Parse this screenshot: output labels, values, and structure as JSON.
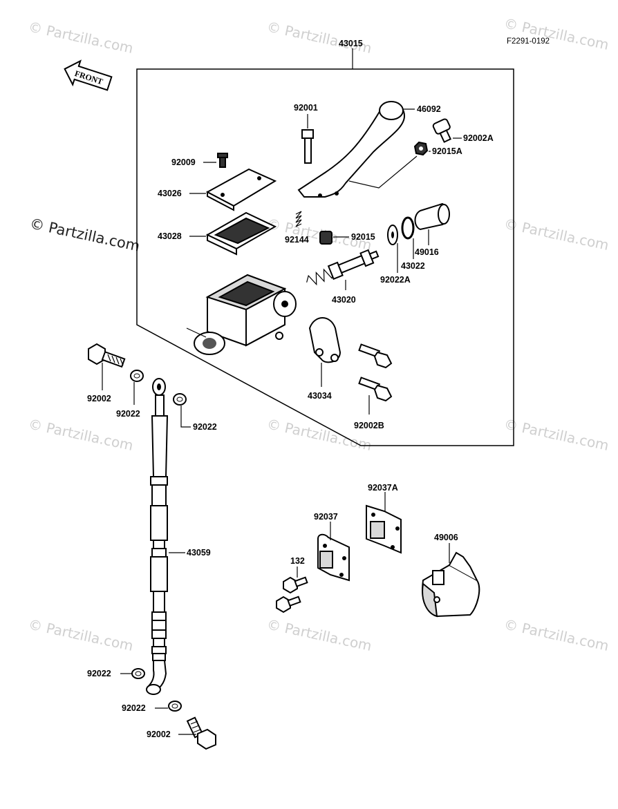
{
  "diagram_code": "F2291-0192",
  "front_label": "FRONT",
  "watermark": "© Partzilla.com",
  "watermark_main": "© Partzilla.com",
  "labels": {
    "p43015": "43015",
    "p92001": "92001",
    "p46092": "46092",
    "p92002A": "92002A",
    "p92015A": "92015A",
    "p92009": "92009",
    "p43026": "43026",
    "p43028": "43028",
    "p92144": "92144",
    "p92015": "92015",
    "p49016": "49016",
    "p43022": "43022",
    "p92022A": "92022A",
    "p43020": "43020",
    "p43034": "43034",
    "p92002B": "92002B",
    "p92002_top": "92002",
    "p92022_a": "92022",
    "p92022_b": "92022",
    "p43059": "43059",
    "p92037A": "92037A",
    "p92037": "92037",
    "p49006": "49006",
    "p132": "132",
    "p92022_c": "92022",
    "p92022_d": "92022",
    "p92002_bottom": "92002"
  }
}
